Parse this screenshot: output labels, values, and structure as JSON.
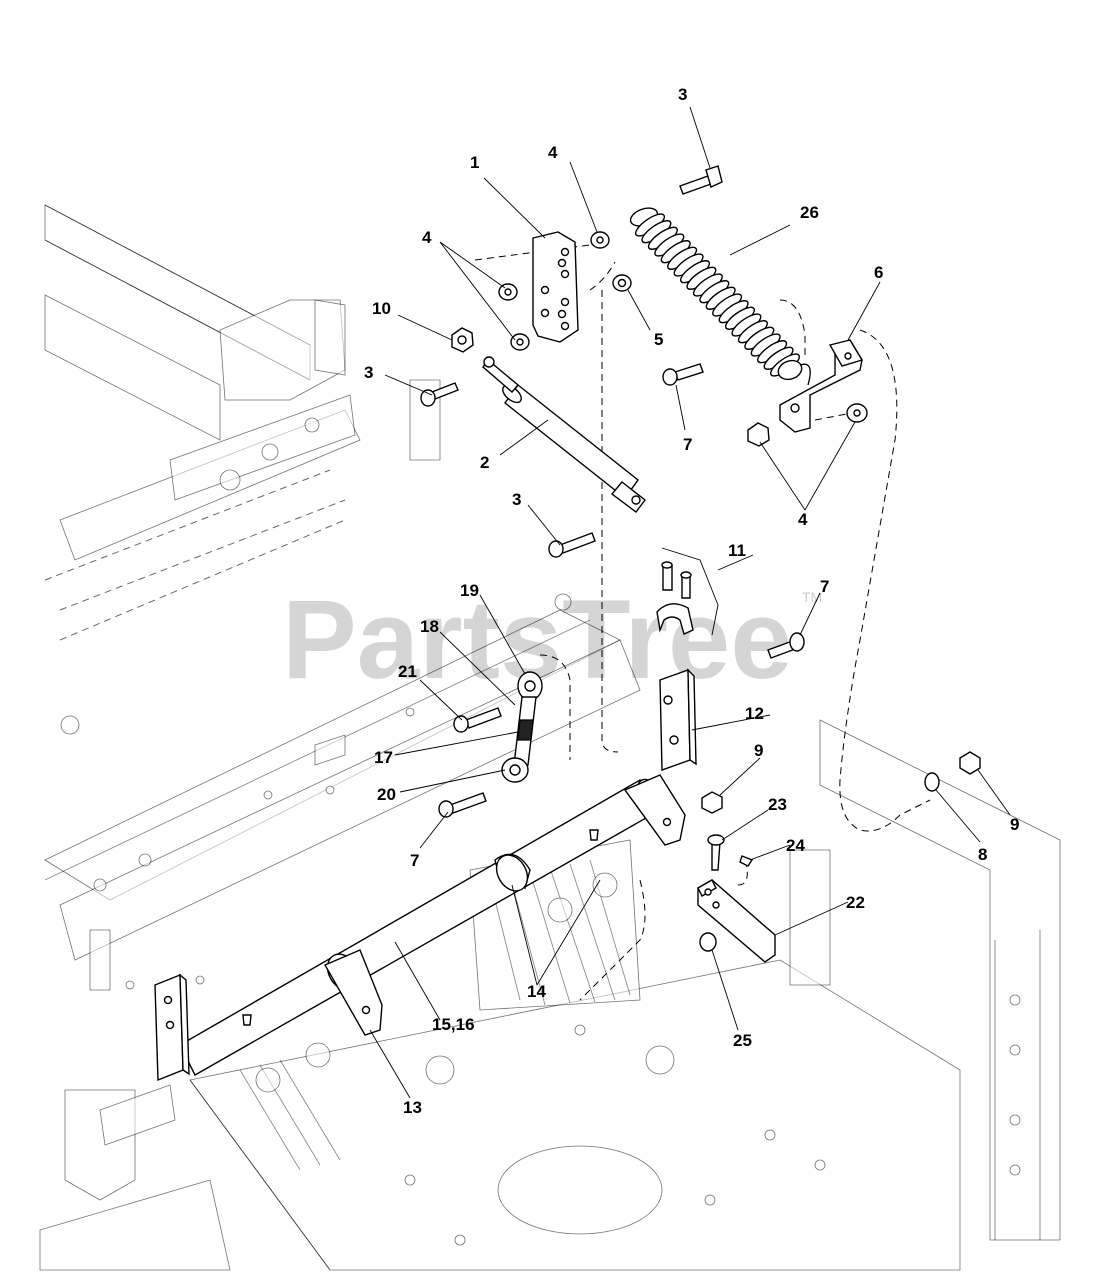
{
  "watermark": {
    "text": "PartsTree",
    "trademark": "TM"
  },
  "callouts": [
    {
      "id": "c1",
      "text": "1"
    },
    {
      "id": "c2",
      "text": "2"
    },
    {
      "id": "c3a",
      "text": "3"
    },
    {
      "id": "c3b",
      "text": "3"
    },
    {
      "id": "c3c",
      "text": "3"
    },
    {
      "id": "c4a",
      "text": "4"
    },
    {
      "id": "c4b",
      "text": "4"
    },
    {
      "id": "c4c",
      "text": "4"
    },
    {
      "id": "c5",
      "text": "5"
    },
    {
      "id": "c6",
      "text": "6"
    },
    {
      "id": "c7a",
      "text": "7"
    },
    {
      "id": "c7b",
      "text": "7"
    },
    {
      "id": "c7c",
      "text": "7"
    },
    {
      "id": "c8",
      "text": "8"
    },
    {
      "id": "c9a",
      "text": "9"
    },
    {
      "id": "c9b",
      "text": "9"
    },
    {
      "id": "c10",
      "text": "10"
    },
    {
      "id": "c11",
      "text": "11"
    },
    {
      "id": "c12",
      "text": "12"
    },
    {
      "id": "c13",
      "text": "13"
    },
    {
      "id": "c14",
      "text": "14"
    },
    {
      "id": "c15",
      "text": "15,16"
    },
    {
      "id": "c17",
      "text": "17"
    },
    {
      "id": "c18",
      "text": "18"
    },
    {
      "id": "c19",
      "text": "19"
    },
    {
      "id": "c20",
      "text": "20"
    },
    {
      "id": "c21",
      "text": "21"
    },
    {
      "id": "c22",
      "text": "22"
    },
    {
      "id": "c23",
      "text": "23"
    },
    {
      "id": "c24",
      "text": "24"
    },
    {
      "id": "c25",
      "text": "25"
    },
    {
      "id": "c26",
      "text": "26"
    }
  ]
}
